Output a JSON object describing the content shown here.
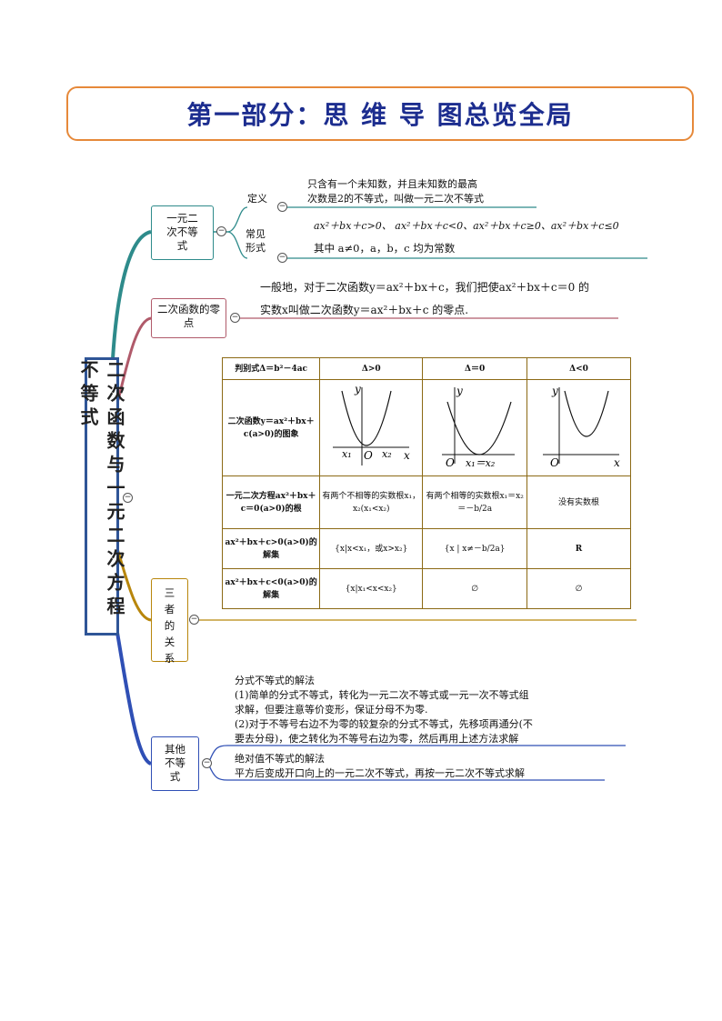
{
  "title": "第一部分：思  维  导  图总览全局",
  "root": {
    "label": "二次函数与一元二次方程不等式"
  },
  "branch1": {
    "label": "一元二次不等式",
    "def_label": "定义",
    "def_text_1": "只含有一个未知数，并且未知数的最高",
    "def_text_2": "次数是2的不等式，叫做一元二次不等式",
    "forms_label": "常见形式",
    "forms_text": "ax²＋bx＋c>0、 ax²＋bx＋c<0、ax²＋bx＋c≥0、ax²＋bx＋c≤0",
    "forms_note": "其中 a≠0，a，b，c 均为常数"
  },
  "branch2": {
    "label": "二次函数的零点",
    "text_1": "一般地，对于二次函数y＝ax²＋bx＋c，我们把使ax²＋bx＋c＝0 的",
    "text_2": "实数x叫做二次函数y＝ax²＋bx＋c 的零点."
  },
  "branch3": {
    "label": "三者的关系",
    "table": {
      "headers": [
        "判别式Δ＝b²－4ac",
        "Δ>0",
        "Δ＝0",
        "Δ<0"
      ],
      "rows": [
        {
          "label": "二次函数y＝ax²＋bx＋c(a>0)的图象",
          "cells": [
            "",
            "",
            ""
          ]
        },
        {
          "label": "一元二次方程ax²＋bx＋c＝0(a>0)的根",
          "cells": [
            "有两个不相等的实数根x₁，x₂(x₁<x₂)",
            "有两个相等的实数根x₁＝x₂＝－b/2a",
            "没有实数根"
          ]
        },
        {
          "label": "ax²＋bx＋c>0(a>0)的解集",
          "cells": [
            "{x|x<x₁，或x>x₂}",
            "{x | x≠－b/2a}",
            "R"
          ]
        },
        {
          "label": "ax²＋bx＋c<0(a>0)的解集",
          "cells": [
            "{x|x₁<x<x₂}",
            "∅",
            "∅"
          ]
        }
      ],
      "graph_labels": {
        "x": "x",
        "y": "y",
        "o": "O",
        "x1": "x₁",
        "x2": "x₂",
        "x1eqx2": "x₁＝x₂"
      }
    }
  },
  "branch4": {
    "label": "其他不等式",
    "frac_title": "分式不等式的解法",
    "frac_1a": "(1)简单的分式不等式，转化为一元二次不等式或一元一次不等式组",
    "frac_1b": "求解，但要注意等价变形，保证分母不为零.",
    "frac_2a": "(2)对于不等号右边不为零的较复杂的分式不等式，先移项再通分(不",
    "frac_2b": "要去分母)，使之转化为不等号右边为零，然后再用上述方法求解",
    "abs_title": "绝对值不等式的解法",
    "abs_text": "平方后变成开口向上的一元二次不等式，再按一元二次不等式求解"
  },
  "colors": {
    "title_border": "#e6893a",
    "title_text": "#1c2d8f",
    "branch1": "#2e8b8b",
    "branch2": "#b05a6a",
    "branch3": "#b8860b",
    "branch4": "#2f4fb5"
  }
}
